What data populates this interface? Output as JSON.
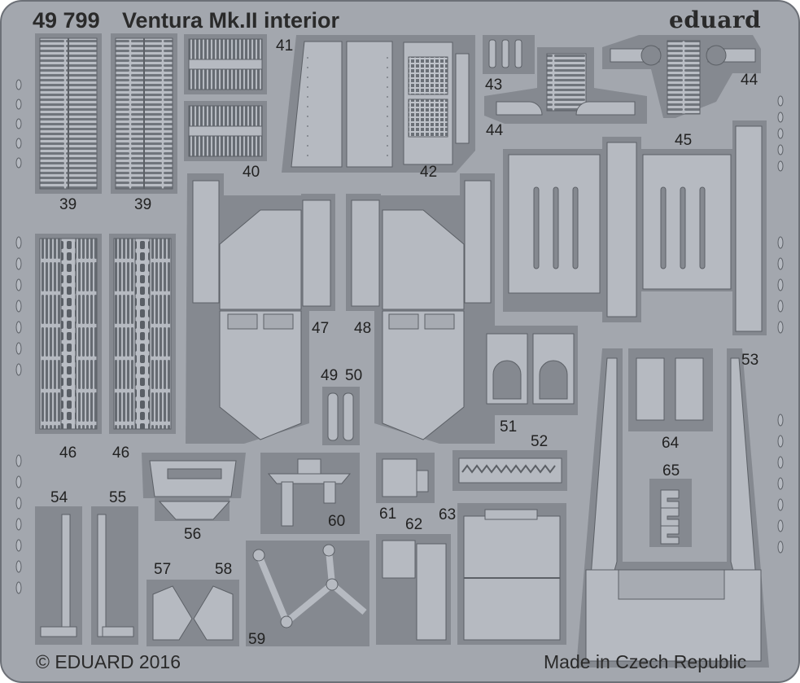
{
  "sheet": {
    "code": "49 799",
    "title": "Ventura Mk.II interior",
    "brand": "eduard",
    "copyright": "© EDUARD 2016",
    "origin": "Made in Czech Republic"
  },
  "part_numbers": [
    "39",
    "39",
    "40",
    "41",
    "42",
    "43",
    "44",
    "44",
    "45",
    "46",
    "46",
    "47",
    "48",
    "49",
    "50",
    "51",
    "52",
    "53",
    "54",
    "55",
    "56",
    "57",
    "58",
    "59",
    "60",
    "61",
    "62",
    "63",
    "64",
    "65"
  ]
}
